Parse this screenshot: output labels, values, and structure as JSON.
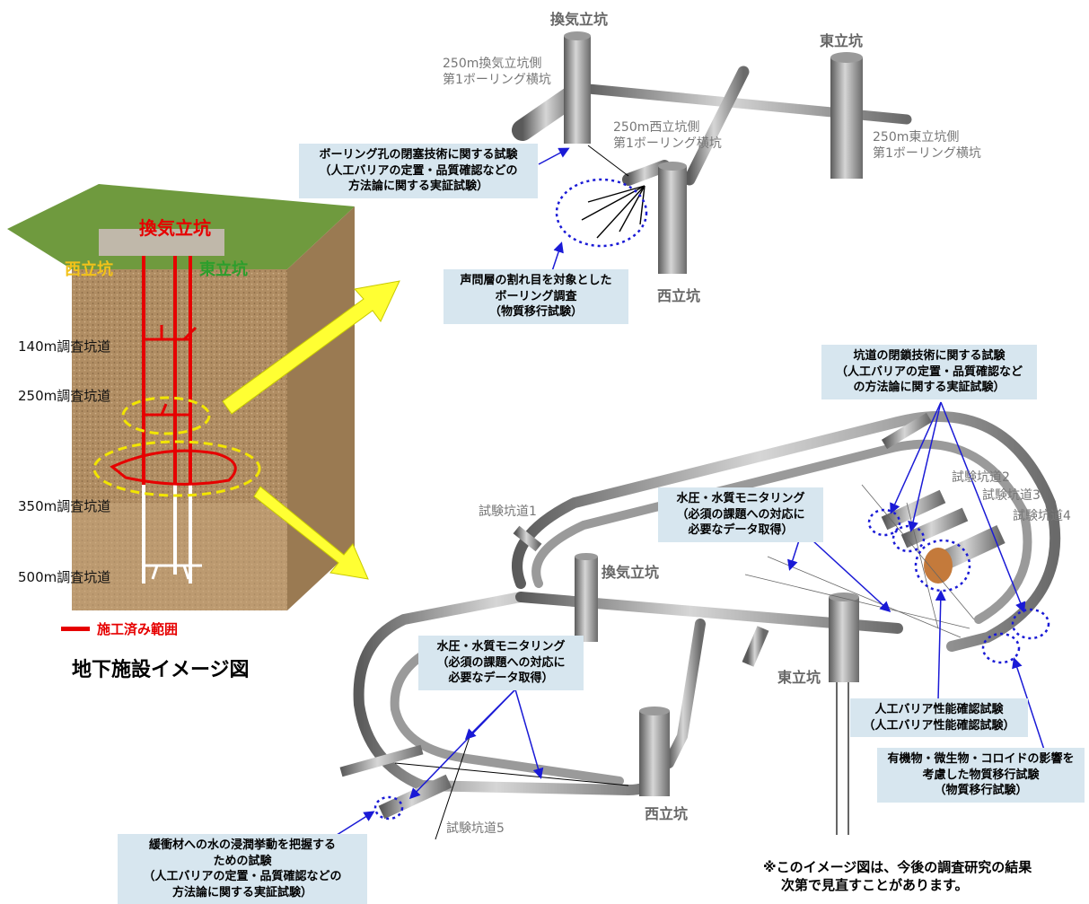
{
  "block_diagram": {
    "shafts": {
      "ventilation": "換気立坑",
      "west": "西立坑",
      "east": "東立坑"
    },
    "depths": [
      "140m調査坑道",
      "250m調査坑道",
      "350m調査坑道",
      "500m調査坑道"
    ],
    "legend_constructed": "施工済み範囲",
    "title": "地下施設イメージ図"
  },
  "upper_diagram": {
    "ventilation_shaft": "換気立坑",
    "east_shaft": "東立坑",
    "west_shaft": "西立坑",
    "adit_vent": [
      "250m換気立坑側",
      "第1ボーリング横坑"
    ],
    "adit_west": [
      "250m西立坑側",
      "第1ボーリング横坑"
    ],
    "adit_east": [
      "250m東立坑側",
      "第1ボーリング横坑"
    ],
    "box_borehole_sealing": [
      "ボーリング孔の閉塞技術に関する試験",
      "（人工バリアの定置・品質確認などの",
      "方法論に関する実証試験）"
    ],
    "box_fracture_survey": [
      "声問層の割れ目を対象とした",
      "ボーリング調査",
      "（物質移行試験）"
    ]
  },
  "lower_diagram": {
    "ventilation_shaft": "換気立坑",
    "east_shaft": "東立坑",
    "west_shaft": "西立坑",
    "test_drift_1": "試験坑道1",
    "test_drift_2": "試験坑道2",
    "test_drift_3": "試験坑道3",
    "test_drift_4": "試験坑道4",
    "test_drift_5": "試験坑道5",
    "box_closure": [
      "坑道の閉鎖技術に関する試験",
      "（人工バリアの定置・品質確認など",
      "の方法論に関する実証試験）"
    ],
    "box_monitoring_1": [
      "水圧・水質モニタリング",
      "（必須の課題への対応に",
      "必要なデータ取得）"
    ],
    "box_monitoring_2": [
      "水圧・水質モニタリング",
      "（必須の課題への対応に",
      "必要なデータ取得）"
    ],
    "box_ebs": [
      "人工バリア性能確認試験",
      "（人工バリア性能確認試験）"
    ],
    "box_organics": [
      "有機物・微生物・コロイドの影響を",
      "考慮した物質移行試験",
      "（物質移行試験）"
    ],
    "box_buffer": [
      "緩衝材への水の浸潤挙動を把握する",
      "ための試験",
      "（人工バリアの定置・品質確認などの",
      "方法論に関する実証試験）"
    ]
  },
  "footnote": [
    "※このイメージ図は、今後の調査研究の結果",
    "次第で見直すことがあります。"
  ],
  "colors": {
    "tunnel": "#8f8f8f",
    "box_fill": "#d7e6ef",
    "constructed": "#e60000",
    "highlight_ellipse": "#f2e500",
    "arrow_yellow": "#ffff33",
    "pointer_blue": "#1a1ad6",
    "terrain": "#6f9a3e",
    "rock": "#b08d63"
  }
}
